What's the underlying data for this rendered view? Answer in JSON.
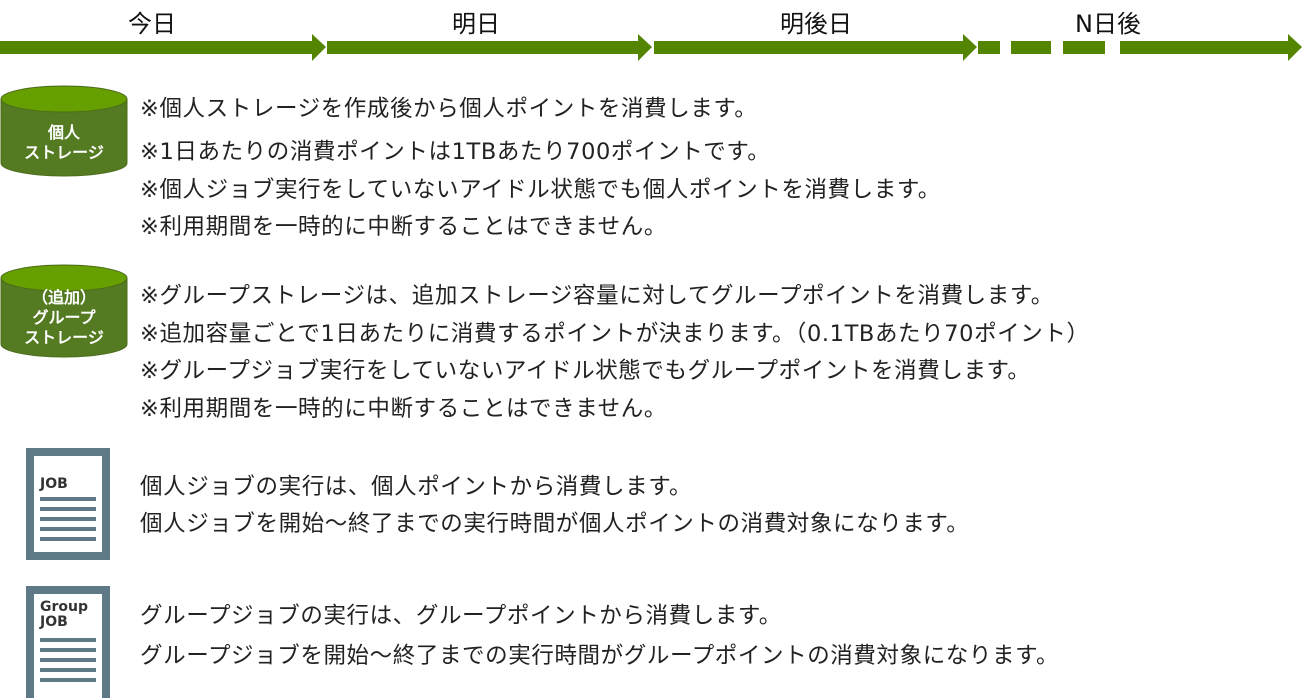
{
  "timeline": {
    "labels": [
      "今日",
      "明日",
      "明後日",
      "N日後"
    ],
    "color": "#548500"
  },
  "sections": [
    {
      "icon": "cylinder-icon",
      "icon_label": [
        "個人",
        "ストレージ"
      ],
      "lines": [
        "※個人ストレージを作成後から個人ポイントを消費します。",
        "※1日あたりの消費ポイントは1TBあたり700ポイントです。",
        "※個人ジョブ実行をしていないアイドル状態でも個人ポイントを消費します。",
        "※利用期間を一時的に中断することはできません。"
      ]
    },
    {
      "icon": "cylinder-icon",
      "icon_label": [
        "（追加）",
        "グループ",
        "ストレージ"
      ],
      "lines": [
        "※グループストレージは、追加ストレージ容量に対してグループポイントを消費します。",
        "※追加容量ごとで1日あたりに消費するポイントが決まります。（0.1TBあたり70ポイント）",
        "※グループジョブ実行をしていないアイドル状態でもグループポイントを消費します。",
        "※利用期間を一時的に中断することはできません。"
      ]
    },
    {
      "icon": "document-icon",
      "icon_label": [
        "JOB"
      ],
      "lines": [
        "個人ジョブの実行は、個人ポイントから消費します。",
        "個人ジョブを開始～終了までの実行時間が個人ポイントの消費対象になります。"
      ]
    },
    {
      "icon": "document-icon",
      "icon_label": [
        "Group",
        "JOB"
      ],
      "lines": [
        "グループジョブの実行は、グループポイントから消費します。",
        "グループジョブを開始～終了までの実行時間がグループポイントの消費対象になります。"
      ]
    }
  ]
}
